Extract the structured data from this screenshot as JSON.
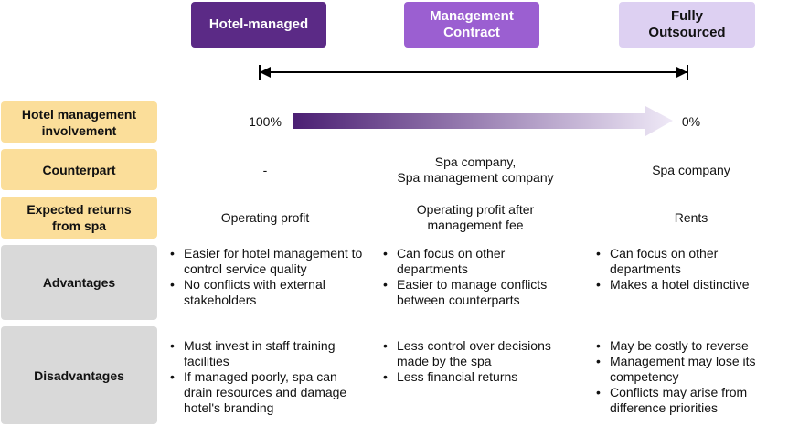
{
  "columns": [
    {
      "label": "Hotel-managed",
      "color": "#5b2a86",
      "text_color": "#ffffff"
    },
    {
      "label": "Management\nContract",
      "color": "#9b5fd1",
      "text_color": "#ffffff"
    },
    {
      "label": "Fully\nOutsourced",
      "color": "#ddd0f2",
      "text_color": "#111111"
    }
  ],
  "rows": {
    "involvement": {
      "label": "Hotel management\ninvolvement",
      "start": "100%",
      "end": "0%"
    },
    "counterpart": {
      "label": "Counterpart",
      "values": [
        "-",
        "Spa company,\nSpa management company",
        "Spa company"
      ]
    },
    "returns": {
      "label": "Expected returns\nfrom spa",
      "values": [
        "Operating profit",
        "Operating profit after\nmanagement fee",
        "Rents"
      ]
    },
    "advantages": {
      "label": "Advantages",
      "lists": [
        [
          "Easier for hotel management to control service quality",
          "No conflicts with external stakeholders"
        ],
        [
          "Can focus on other departments",
          "Easier to manage conflicts between counterparts"
        ],
        [
          "Can focus on other departments",
          "Makes a hotel distinctive"
        ]
      ]
    },
    "disadvantages": {
      "label": "Disadvantages",
      "lists": [
        [
          "Must invest in staff training facilities",
          "If managed poorly, spa can drain resources and damage hotel's branding"
        ],
        [
          "Less control over decisions made by the spa",
          "Less financial returns"
        ],
        [
          "May be costly to reverse",
          "Management may lose its competency",
          "Conflicts may arise from difference priorities"
        ]
      ]
    }
  },
  "colors": {
    "row_head_yellow": "#fbde9a",
    "row_head_grey": "#d9d9d9",
    "arrow_start": "#4b1f73",
    "arrow_end": "#efe9f7"
  }
}
